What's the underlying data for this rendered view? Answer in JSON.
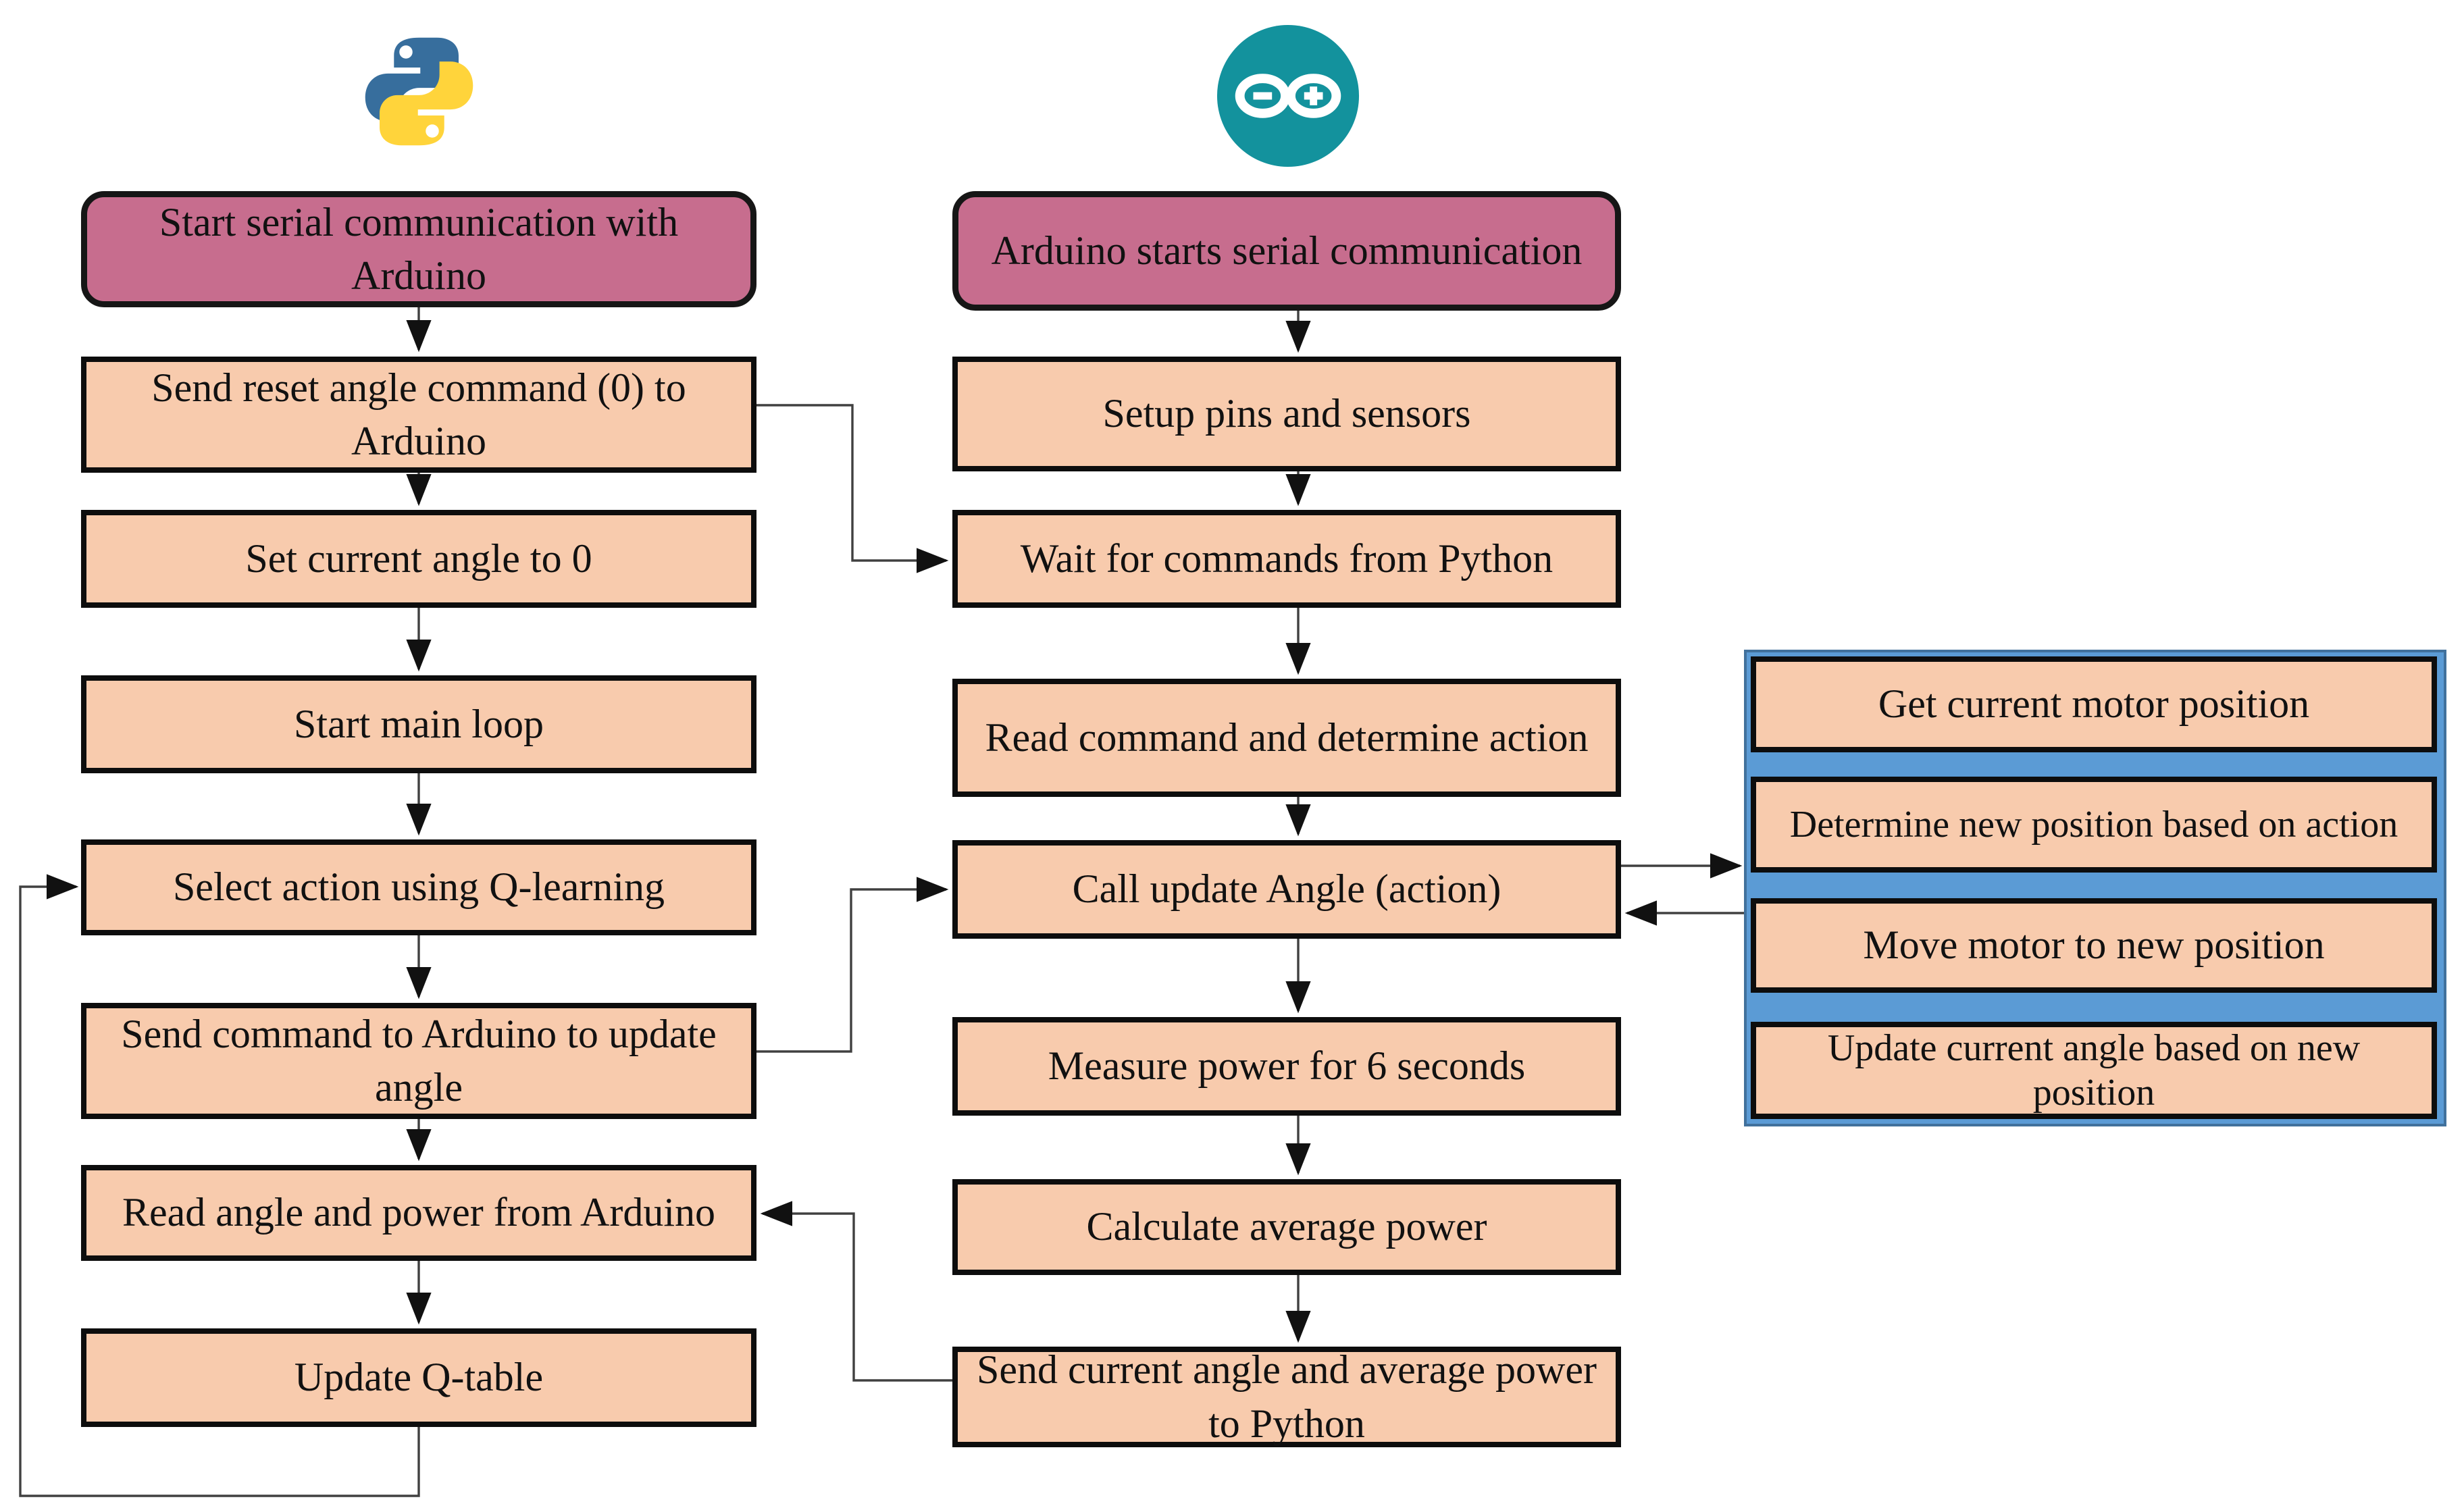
{
  "title": "Python-Arduino Q-learning serial communication flowchart",
  "palette": {
    "terminal_fill": "#C76D8E",
    "process_fill": "#F8CBAD",
    "group_fill": "#5B9BD5",
    "group_border": "#41719C",
    "connector": "#404040",
    "arrowhead": "#111111",
    "python_blue": "#376E9D",
    "python_yellow": "#FFD43B",
    "arduino_teal": "#13929D"
  },
  "icons": {
    "python": "python-logo",
    "arduino": "arduino-logo"
  },
  "python_column": {
    "nodes": [
      {
        "id": "py-start",
        "type": "terminal",
        "label": "Start serial communication with Arduino"
      },
      {
        "id": "py-send-reset",
        "type": "process",
        "label": "Send reset angle command (0) to Arduino"
      },
      {
        "id": "py-set-angle",
        "type": "process",
        "label": "Set current angle to 0"
      },
      {
        "id": "py-main-loop",
        "type": "process",
        "label": "Start main loop"
      },
      {
        "id": "py-select-action",
        "type": "process",
        "label": "Select action using Q-learning"
      },
      {
        "id": "py-send-command",
        "type": "process",
        "label": "Send command to Arduino to update angle"
      },
      {
        "id": "py-read-angle",
        "type": "process",
        "label": "Read angle and power from Arduino"
      },
      {
        "id": "py-update-qtable",
        "type": "process",
        "label": "Update Q-table"
      }
    ]
  },
  "arduino_column": {
    "nodes": [
      {
        "id": "ar-start",
        "type": "terminal",
        "label": "Arduino starts serial communication"
      },
      {
        "id": "ar-setup",
        "type": "process",
        "label": "Setup pins and sensors"
      },
      {
        "id": "ar-wait",
        "type": "process",
        "label": "Wait for commands from Python"
      },
      {
        "id": "ar-read-cmd",
        "type": "process",
        "label": "Read command and determine action"
      },
      {
        "id": "ar-call-update",
        "type": "process",
        "label": "Call update Angle (action)"
      },
      {
        "id": "ar-measure",
        "type": "process",
        "label": "Measure power for 6 seconds"
      },
      {
        "id": "ar-calc-avg",
        "type": "process",
        "label": "Calculate average power"
      },
      {
        "id": "ar-send-angle",
        "type": "process",
        "label": "Send current angle and average power to Python"
      }
    ]
  },
  "update_angle_group": {
    "nodes": [
      {
        "id": "ua-get-pos",
        "label": "Get current motor position"
      },
      {
        "id": "ua-new-pos",
        "label": "Determine new position based on action"
      },
      {
        "id": "ua-move",
        "label": "Move motor to new position"
      },
      {
        "id": "ua-update-angle",
        "label": "Update current angle based on new position"
      }
    ]
  }
}
